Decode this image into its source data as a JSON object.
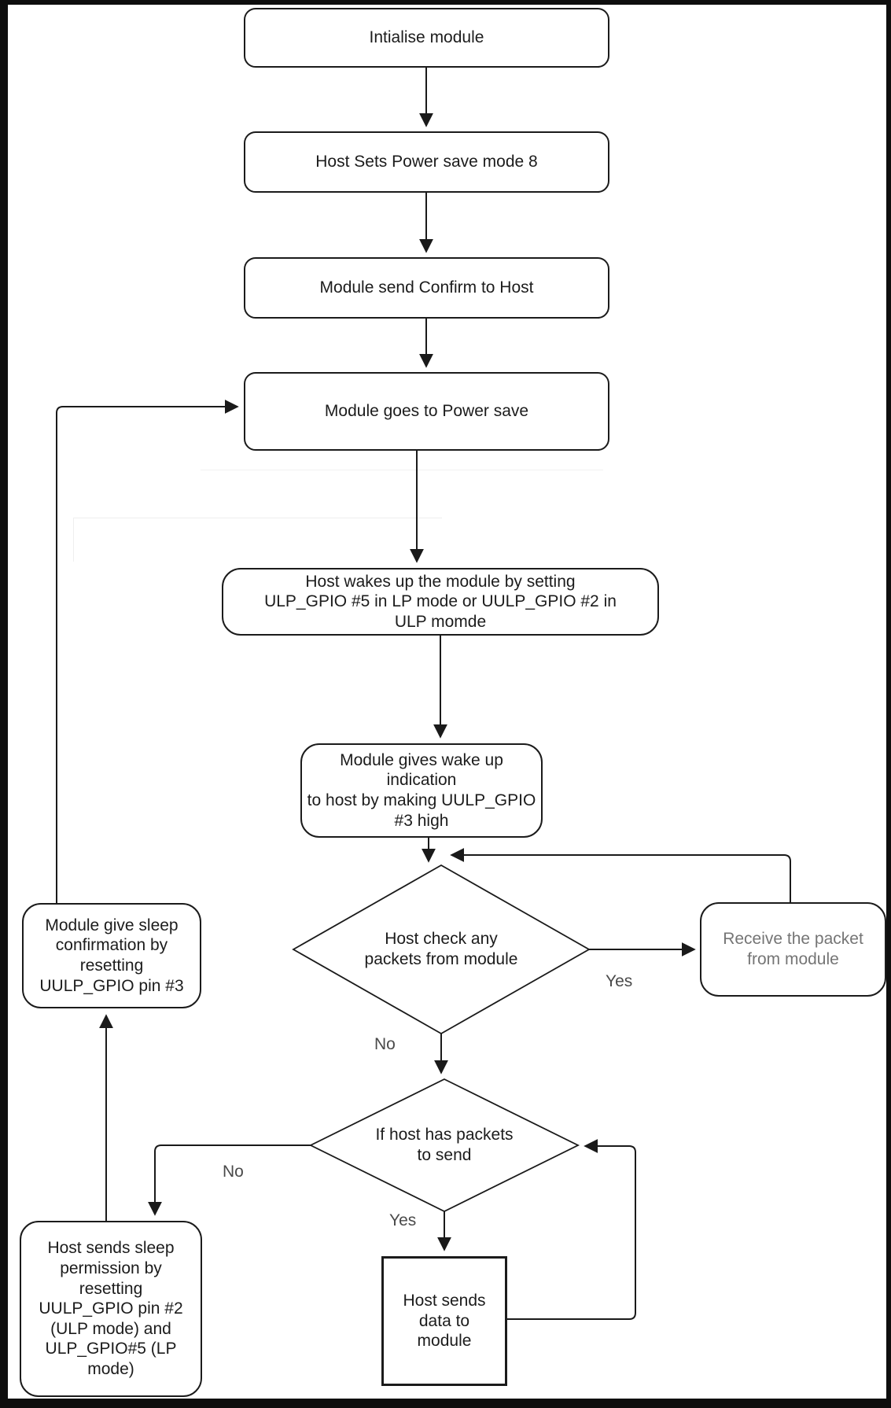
{
  "diagram": {
    "title": "Power save mode 8 host-module handshake flowchart",
    "nodes": {
      "initialise": {
        "label": "Intialise module",
        "type": "process"
      },
      "host_sets_mode": {
        "label": "Host Sets Power save mode 8",
        "type": "process"
      },
      "module_confirm": {
        "label": "Module send Confirm to Host",
        "type": "process"
      },
      "module_power_save": {
        "label": "Module goes to Power save",
        "type": "process"
      },
      "host_wakes": {
        "label": "Host wakes up the module by setting\nULP_GPIO #5 in LP mode or UULP_GPIO #2 in\nULP momde",
        "type": "process"
      },
      "wake_indication": {
        "label": "Module gives wake up indication\nto host by making UULP_GPIO\n#3 high",
        "type": "process"
      },
      "check_packets": {
        "label": "Host check any\npackets from module",
        "type": "decision"
      },
      "receive_packet": {
        "label": "Receive the packet\nfrom module",
        "type": "process"
      },
      "packets_to_send": {
        "label": "If host has packets\nto send",
        "type": "decision"
      },
      "sleep_confirmation": {
        "label": "Module give sleep\nconfirmation by\nresetting\nUULP_GPIO pin #3",
        "type": "process"
      },
      "sleep_permission": {
        "label": "Host sends sleep\npermission by\nresetting\nUULP_GPIO pin #2\n(ULP mode) and\nULP_GPIO#5 (LP\nmode)",
        "type": "process"
      },
      "host_sends_data": {
        "label": "Host sends\ndata to\nmodule",
        "type": "process"
      }
    },
    "edge_labels": {
      "check_packets_yes": "Yes",
      "check_packets_no": "No",
      "packets_to_send_no": "No",
      "packets_to_send_yes": "Yes"
    },
    "edges": [
      {
        "from": "initialise",
        "to": "host_sets_mode",
        "label": ""
      },
      {
        "from": "host_sets_mode",
        "to": "module_confirm",
        "label": ""
      },
      {
        "from": "module_confirm",
        "to": "module_power_save",
        "label": ""
      },
      {
        "from": "module_power_save",
        "to": "host_wakes",
        "label": ""
      },
      {
        "from": "host_wakes",
        "to": "wake_indication",
        "label": ""
      },
      {
        "from": "wake_indication",
        "to": "check_packets",
        "label": ""
      },
      {
        "from": "check_packets",
        "to": "receive_packet",
        "label": "Yes"
      },
      {
        "from": "receive_packet",
        "to": "check_packets",
        "label": ""
      },
      {
        "from": "check_packets",
        "to": "packets_to_send",
        "label": "No"
      },
      {
        "from": "packets_to_send",
        "to": "sleep_permission",
        "label": "No"
      },
      {
        "from": "packets_to_send",
        "to": "host_sends_data",
        "label": "Yes"
      },
      {
        "from": "host_sends_data",
        "to": "packets_to_send",
        "label": ""
      },
      {
        "from": "sleep_permission",
        "to": "sleep_confirmation",
        "label": ""
      },
      {
        "from": "sleep_confirmation",
        "to": "module_power_save",
        "label": ""
      }
    ],
    "colors": {
      "stroke": "#1a1a1a",
      "text": "#1c1c1c",
      "faded_text": "#757575",
      "label_text": "#4a4a4a",
      "background": "#ffffff",
      "frame": "#0e0e0e"
    }
  }
}
